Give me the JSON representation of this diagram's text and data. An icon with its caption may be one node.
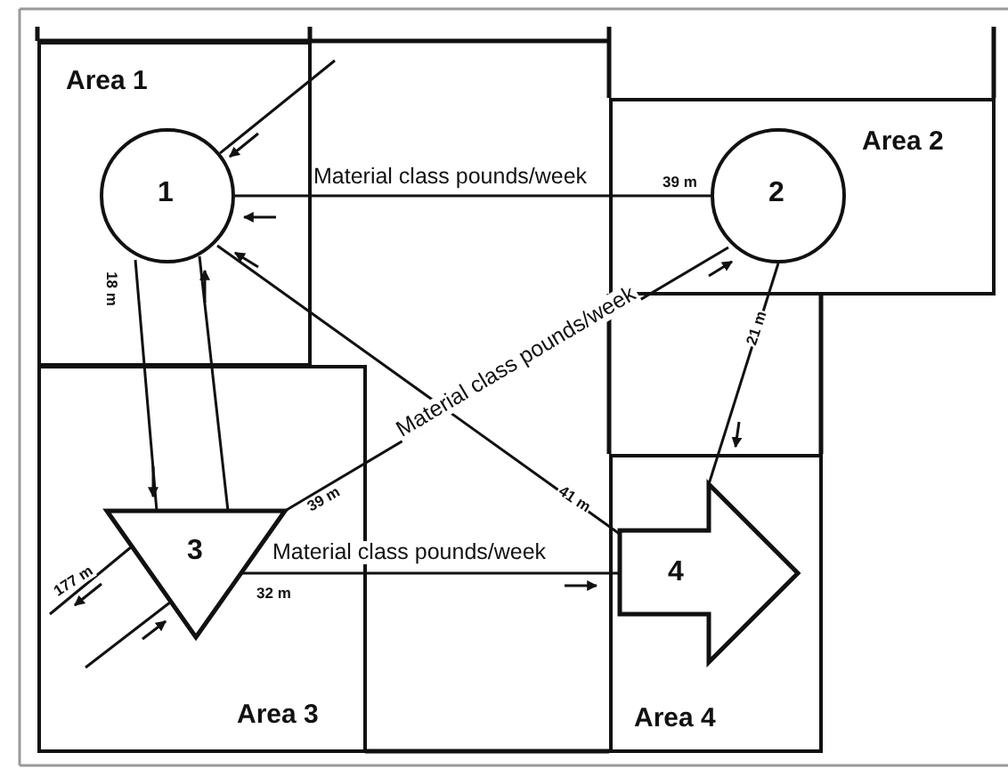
{
  "diagram": {
    "nodes": [
      {
        "text": [
          "Area 1"
        ]
      },
      {
        "text": [
          "1"
        ],
        "in": 0
      },
      {
        "text": [
          "Area 2"
        ]
      },
      {
        "text": [
          "2"
        ],
        "in": 2
      },
      {
        "text": [
          "Area 3"
        ]
      },
      {
        "text": [
          "3"
        ],
        "in": 4
      },
      {
        "text": [
          "Area 4"
        ]
      },
      {
        "text": [
          "4"
        ],
        "in": 6
      }
    ],
    "edges": [
      {
        "from": null,
        "to": 1,
        "arrow": "none"
      },
      {
        "from": 3,
        "to": 1,
        "label": "Material class pounds/week",
        "arrow": "none"
      },
      {
        "from": 1,
        "to": 5,
        "label": "18 m",
        "arrow": "none"
      },
      {
        "from": 5,
        "to": 1,
        "arrow": "none"
      },
      {
        "from": 5,
        "to": 3,
        "label": "Material class pounds/week",
        "arrow": "none"
      },
      {
        "from": 7,
        "to": 1,
        "label": "41 m",
        "arrow": "none"
      },
      {
        "from": 3,
        "to": 7,
        "label": "21 m",
        "arrow": "none"
      },
      {
        "from": 5,
        "to": 7,
        "label": "Material class pounds/week",
        "arrow": "none"
      },
      {
        "from": 5,
        "to": null,
        "label": "177 m",
        "arrow": "none"
      },
      {
        "from": null,
        "to": 5,
        "arrow": "none"
      }
    ],
    "labels": [
      "39 m",
      "39 m",
      "32 m"
    ]
  }
}
